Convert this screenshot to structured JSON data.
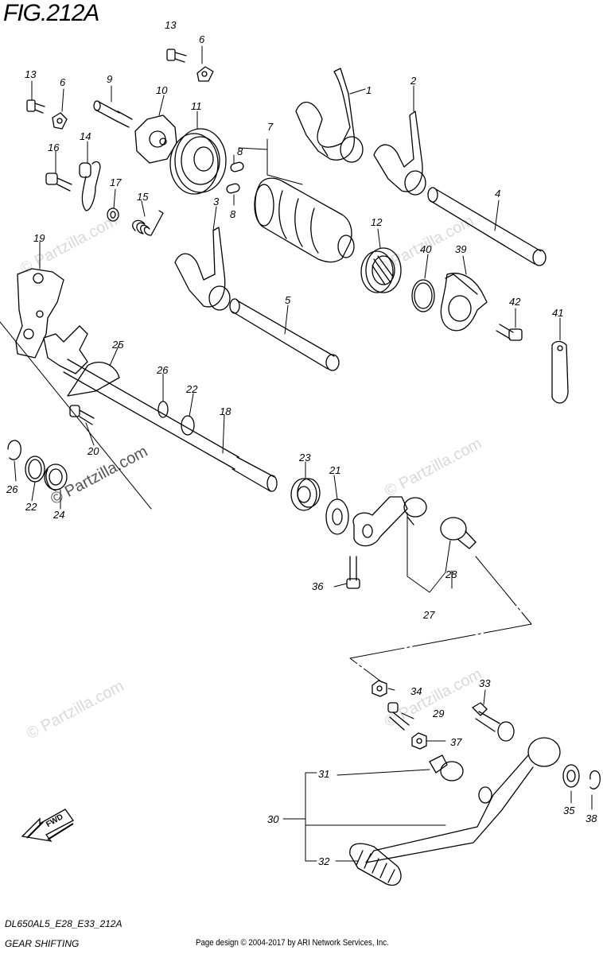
{
  "figure": {
    "title": "FIG.212A",
    "model_code": "DL650AL5_E28_E33_212A",
    "section_name": "GEAR SHIFTING",
    "credit": "Page design © 2004-2017 by ARI Network Services, Inc.",
    "direction_label": "FWD",
    "watermark": "© Partzilla.com"
  },
  "labels": {
    "p1": "1",
    "p2": "2",
    "p3": "3",
    "p4": "4",
    "p5": "5",
    "p6a": "6",
    "p6b": "6",
    "p7": "7",
    "p8a": "8",
    "p8b": "8",
    "p9": "9",
    "p10": "10",
    "p11": "11",
    "p12": "12",
    "p13a": "13",
    "p13b": "13",
    "p14": "14",
    "p15": "15",
    "p16": "16",
    "p17": "17",
    "p18": "18",
    "p19": "19",
    "p20": "20",
    "p21": "21",
    "p22a": "22",
    "p22b": "22",
    "p23": "23",
    "p24": "24",
    "p25": "25",
    "p26a": "26",
    "p26b": "26",
    "p27": "27",
    "p28": "28",
    "p29": "29",
    "p30": "30",
    "p31": "31",
    "p32": "32",
    "p33": "33",
    "p34": "34",
    "p35": "35",
    "p36": "36",
    "p37": "37",
    "p38": "38",
    "p39": "39",
    "p40": "40",
    "p41": "41",
    "p42": "42"
  }
}
